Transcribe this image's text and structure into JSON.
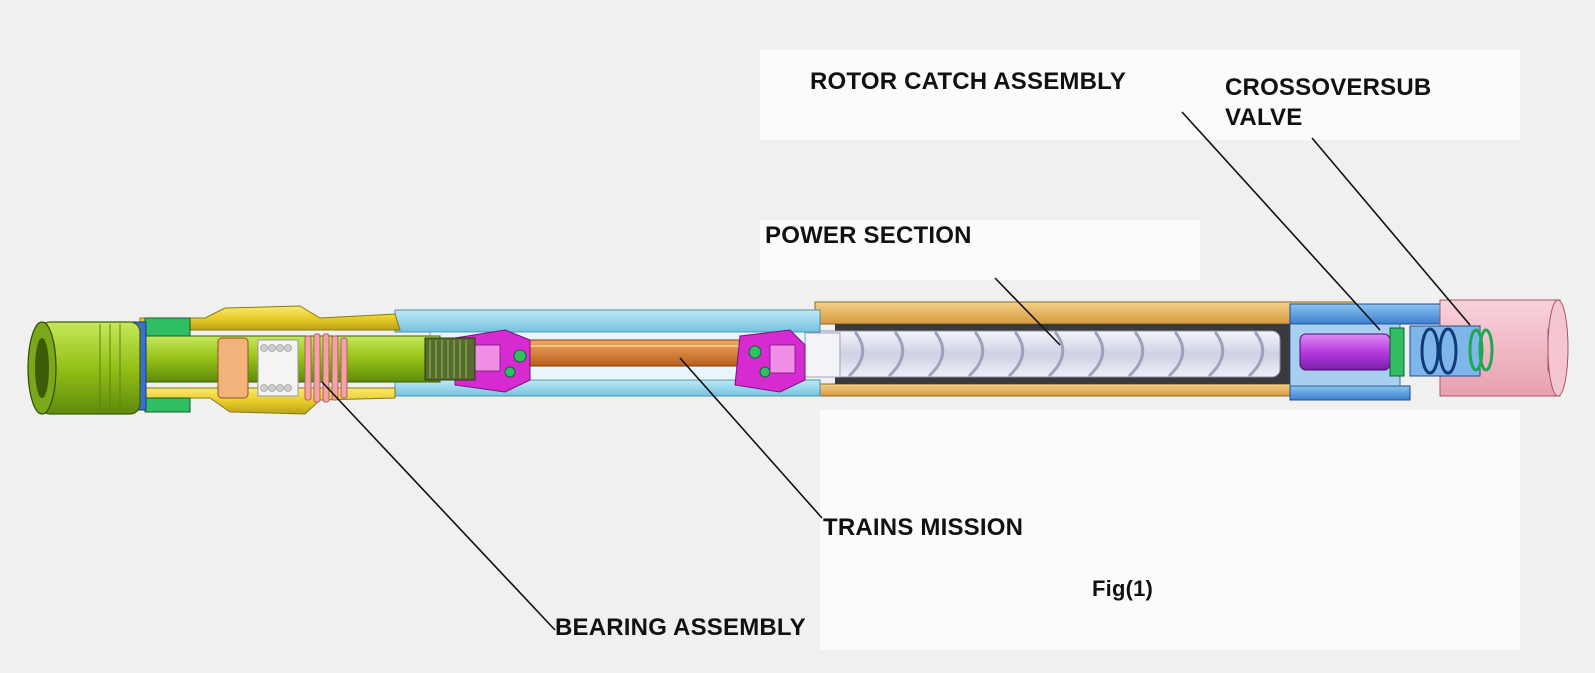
{
  "labels": {
    "rotor_catch": "ROTOR CATCH ASSEMBLY",
    "crossover_line1": "CROSSOVERSUB",
    "crossover_line2": "VALVE",
    "power_section": "POWER SECTION",
    "transmission": "TRAINS MISSION",
    "bearing_assembly": "BEARING ASSEMBLY",
    "figure_caption": "Fig(1)"
  },
  "colors": {
    "background": "#f0f0f0",
    "bit_box": "#9ac41a",
    "bearing_housing": "#f1d43c",
    "transmission_housing": "#8fd3ea",
    "power_housing": "#e9b865",
    "rotor": "#d9dbea",
    "crossover": "#5b9fdc",
    "top_sub": "#f3b8c4",
    "magenta_parts": "#d62bd0",
    "drive_shaft": "#d37a2b",
    "rotor_catch_shaft": "#b53be0"
  }
}
